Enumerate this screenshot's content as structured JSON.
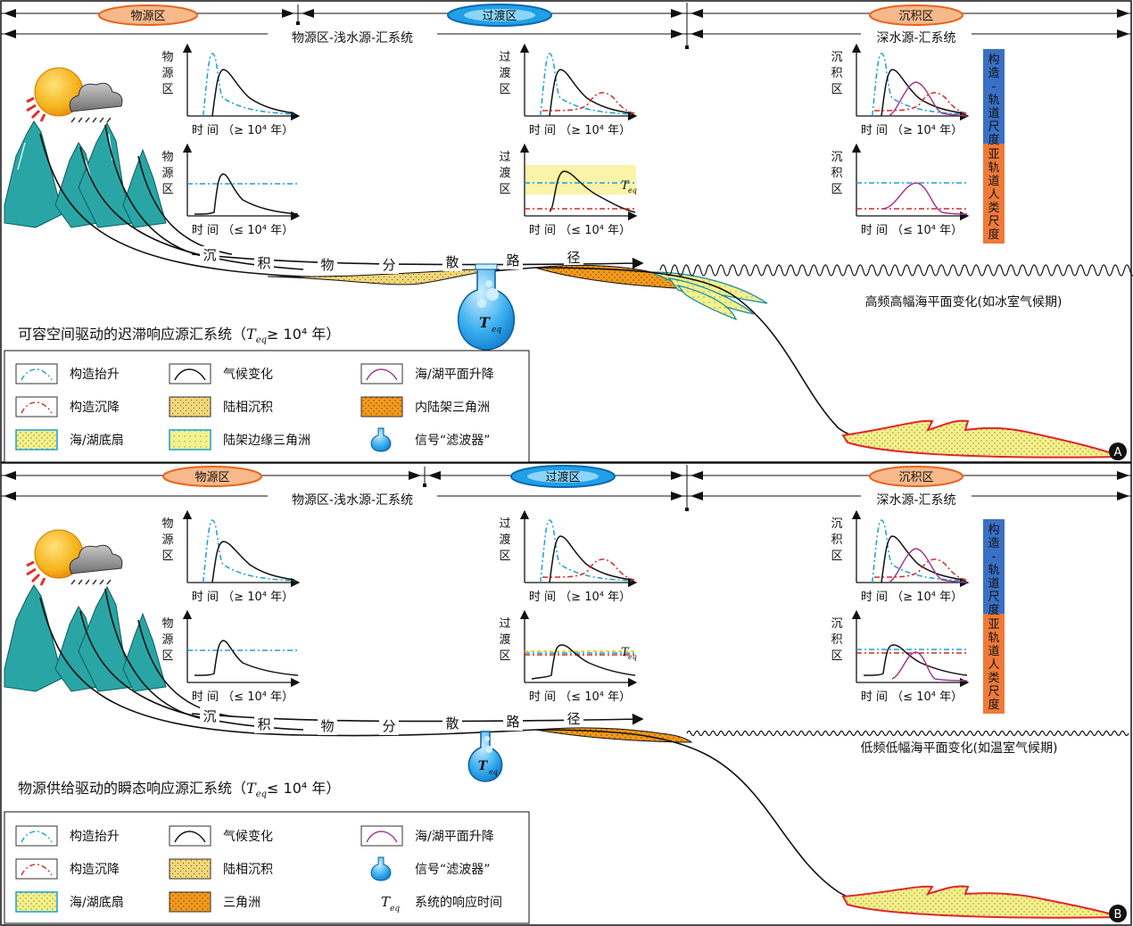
{
  "zones": {
    "source": "物源区",
    "transition": "过渡区",
    "sink": "沉积区"
  },
  "systems": {
    "shallow": "物源区-浅水源-汇系统",
    "deep": "深水源-汇系统"
  },
  "axis": {
    "time_ge": "时 间 （≥ 10⁴ 年）",
    "time_le": "时 间 （≤ 10⁴ 年）"
  },
  "ylabels": {
    "source": [
      "物",
      "源",
      "区"
    ],
    "transition": [
      "过",
      "渡",
      "区"
    ],
    "sink": [
      "沉",
      "积",
      "区"
    ]
  },
  "scale": {
    "orbital": [
      "构",
      "造",
      "-",
      "轨",
      "道",
      "尺",
      "度"
    ],
    "sub": [
      "亚",
      "轨",
      "道",
      "人",
      "类",
      "尺",
      "度"
    ]
  },
  "path_chars": [
    "沉",
    "积",
    "物",
    "分",
    "散",
    "路",
    "径"
  ],
  "teq_symbol": {
    "T": "T",
    "sub": "eq"
  },
  "panelA": {
    "letter": "A",
    "title_pre": "可容空间驱动的迟滞响应源汇系统（",
    "title_post": "≥ 10⁴ 年）",
    "sea_label": "高频高幅海平面变化(如冰室气候期)",
    "legend": [
      {
        "key": "uplift",
        "label": "构造抬升"
      },
      {
        "key": "climate",
        "label": "气候变化"
      },
      {
        "key": "sealevel",
        "label": "海/湖平面升降"
      },
      {
        "key": "subsidence",
        "label": "构造沉降"
      },
      {
        "key": "continental",
        "label": "陆相沉积"
      },
      {
        "key": "inner_delta",
        "label": "内陆架三角洲"
      },
      {
        "key": "fan",
        "label": "海/湖底扇"
      },
      {
        "key": "margin_delta",
        "label": "陆架边缘三角洲"
      },
      {
        "key": "filter",
        "label": "信号“滤波器”"
      }
    ]
  },
  "panelB": {
    "letter": "B",
    "title_pre": "物源供给驱动的瞬态响应源汇系统（",
    "title_post": "≤ 10⁴ 年）",
    "sea_label": "低频低幅海平面变化(如温室气候期)",
    "legend": [
      {
        "key": "uplift",
        "label": "构造抬升"
      },
      {
        "key": "climate",
        "label": "气候变化"
      },
      {
        "key": "sealevel",
        "label": "海/湖平面升降"
      },
      {
        "key": "subsidence",
        "label": "构造沉降"
      },
      {
        "key": "continental",
        "label": "陆相沉积"
      },
      {
        "key": "filter",
        "label": "信号“滤波器”"
      },
      {
        "key": "fan",
        "label": "海/湖底扇"
      },
      {
        "key": "delta",
        "label": "三角洲"
      },
      {
        "key": "teq",
        "label": "系统的响应时间"
      }
    ]
  },
  "colors": {
    "uplift": "#1aa0d8",
    "subsidence": "#d42a2a",
    "climate": "#111111",
    "sealevel": "#a23a8e",
    "mountain": "#2aa5a5",
    "continental": "#f2d77a",
    "delta": "#f39a1e",
    "fan": "#f4f18a",
    "orbital": "#3a6fc4",
    "sub": "#ee7a3a"
  }
}
